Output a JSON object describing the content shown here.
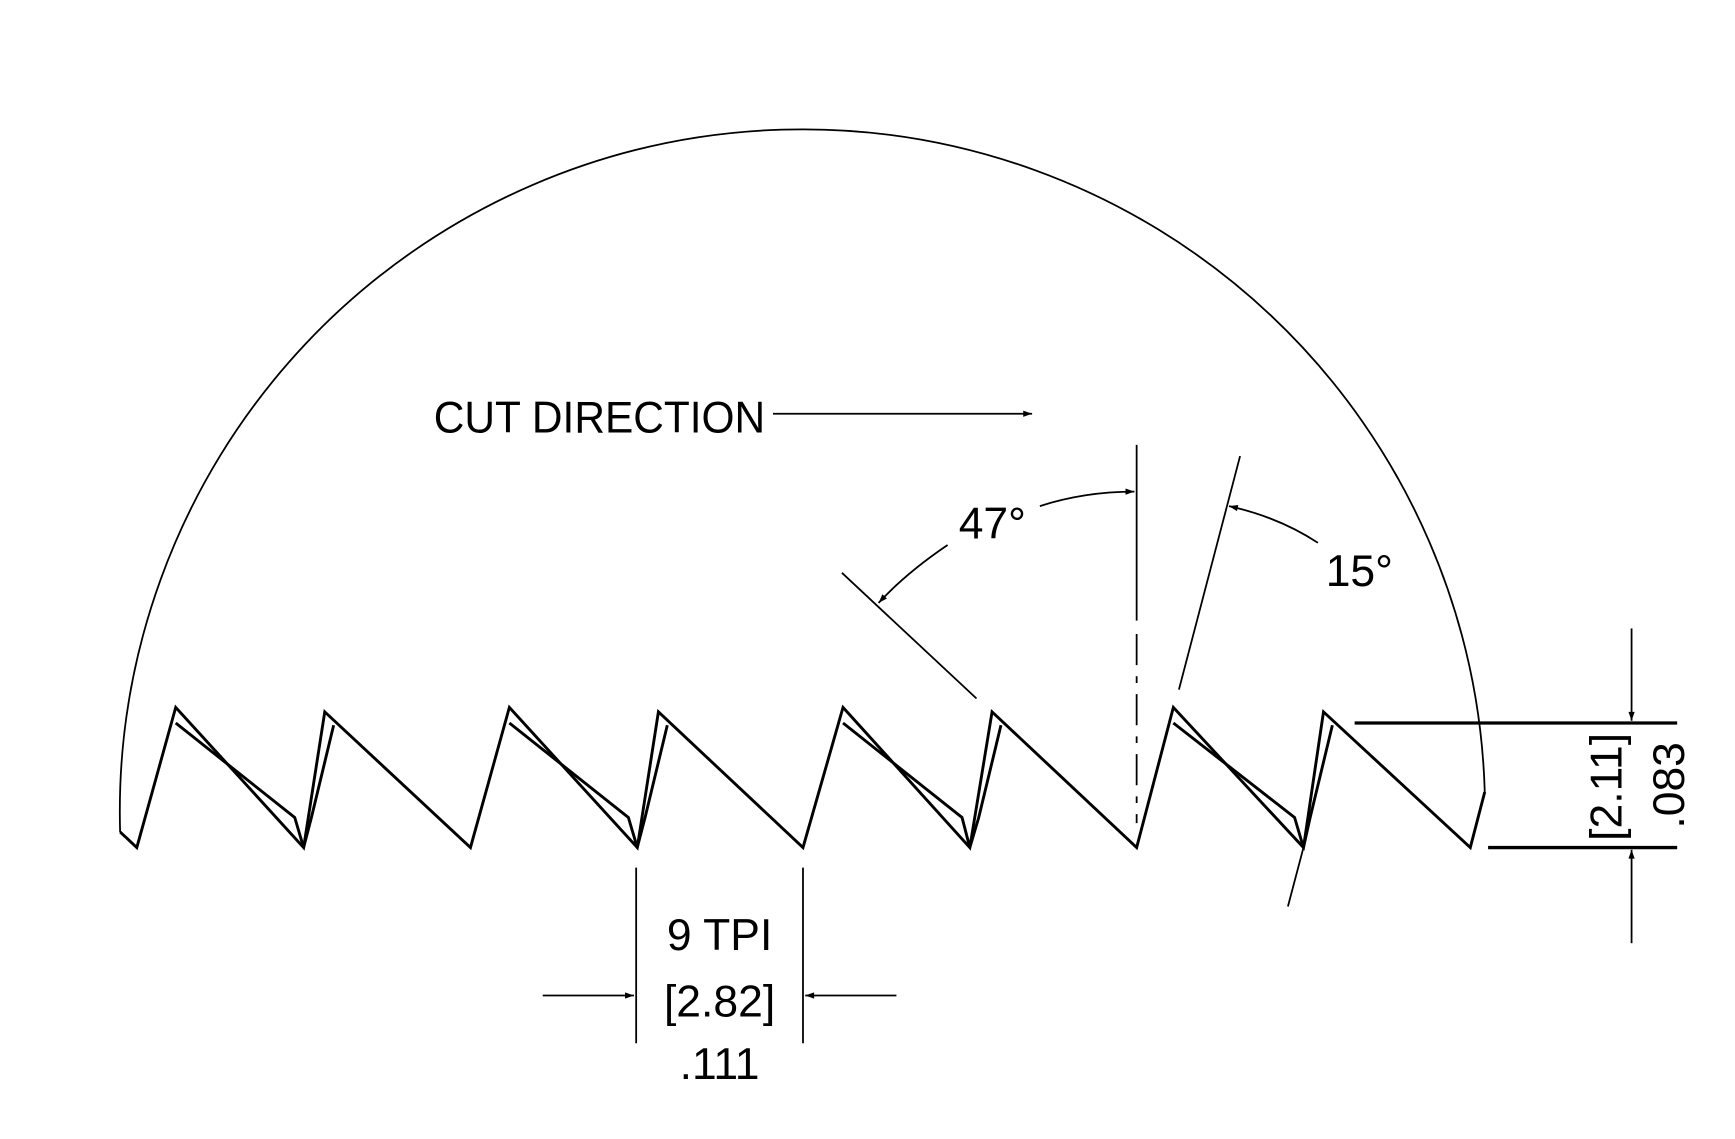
{
  "drawing": {
    "cut_direction_label": "CUT DIRECTION",
    "angle_rake": "47°",
    "angle_clearance": "15°",
    "pitch_tpi": "9 TPI",
    "pitch_mm": "[2.82]",
    "pitch_in": ".111",
    "tooth_height_mm": "[2.11]",
    "tooth_height_in": ".083"
  }
}
